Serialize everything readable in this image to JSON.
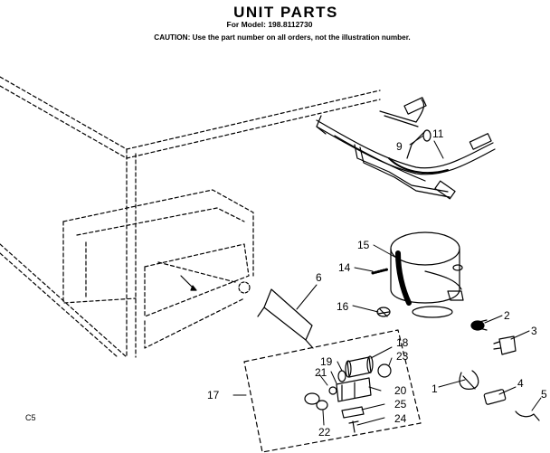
{
  "header": {
    "title": "UNIT PARTS",
    "model_line": "For Model: 198.8112730",
    "caution": "CAUTION: Use the part number on all orders, not the illustration number."
  },
  "corner_code": "C5",
  "callouts": {
    "c2": "2",
    "c3": "3",
    "c1": "1",
    "c4": "4",
    "c5": "5",
    "c6": "6",
    "c9": "9",
    "c11": "11",
    "c14": "14",
    "c15": "15",
    "c16": "16",
    "c17": "17",
    "c18": "18",
    "c19": "19",
    "c20": "20",
    "c21": "21",
    "c22": "22",
    "c23": "23",
    "c24": "24",
    "c25": "25"
  }
}
